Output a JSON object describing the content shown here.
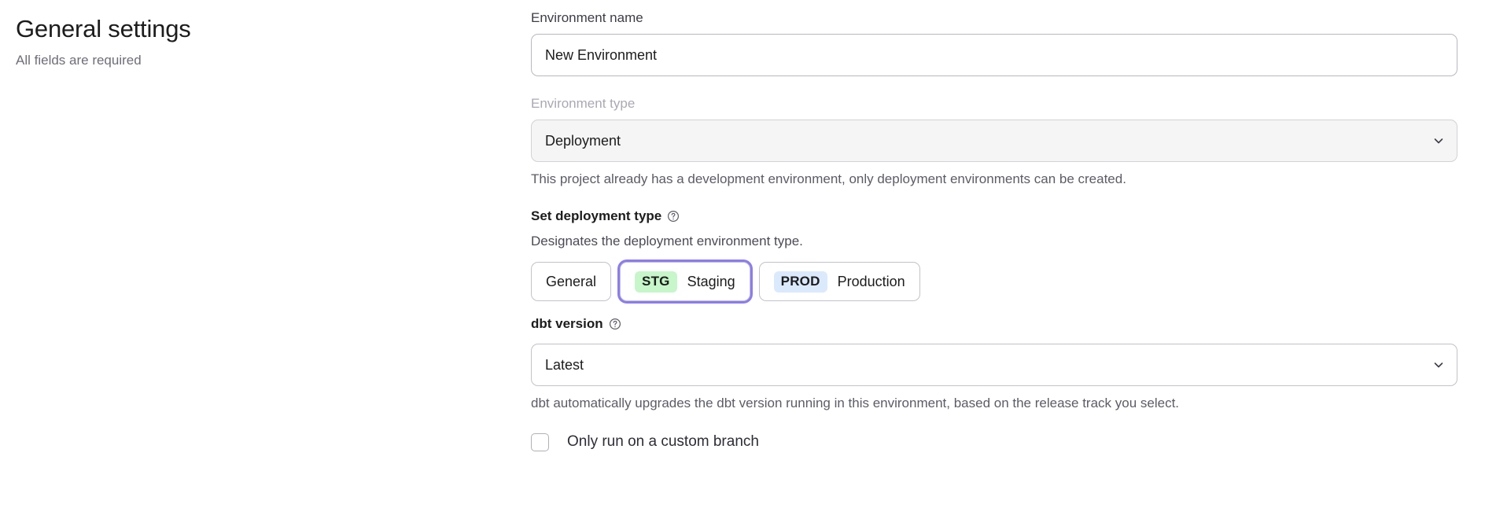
{
  "header": {
    "title": "General settings",
    "subtitle": "All fields are required"
  },
  "form": {
    "environment_name": {
      "label": "Environment name",
      "value": "New Environment",
      "placeholder": "Environment name"
    },
    "environment_type": {
      "label": "Environment type",
      "value": "Deployment",
      "disabled": true,
      "helper": "This project already has a development environment, only deployment environments can be created.",
      "chevron_icon": "chevron-down-icon"
    },
    "deployment_type": {
      "label": "Set deployment type",
      "help_icon": "help-circle-icon",
      "description": "Designates the deployment environment type.",
      "options": [
        {
          "id": "general",
          "badge": "",
          "label": "General",
          "selected": false,
          "focused": false
        },
        {
          "id": "staging",
          "badge": "STG",
          "label": "Staging",
          "selected": false,
          "focused": true
        },
        {
          "id": "production",
          "badge": "PROD",
          "label": "Production",
          "selected": false,
          "focused": false
        }
      ]
    },
    "dbt_version": {
      "label": "dbt version",
      "help_icon": "help-circle-icon",
      "value": "Latest",
      "helper": "dbt automatically upgrades the dbt version running in this environment, based on the release track you select.",
      "chevron_icon": "chevron-down-icon"
    },
    "custom_branch": {
      "label": "Only run on a custom branch",
      "checked": false
    }
  },
  "colors": {
    "focus_ring": "#8b7cf0",
    "badge_stg_bg": "#c6f6c9",
    "badge_prod_bg": "#dbe9fd",
    "text_primary": "#1c1c1c",
    "text_muted": "#6e6e78",
    "disabled_bg": "#f5f5f6"
  }
}
